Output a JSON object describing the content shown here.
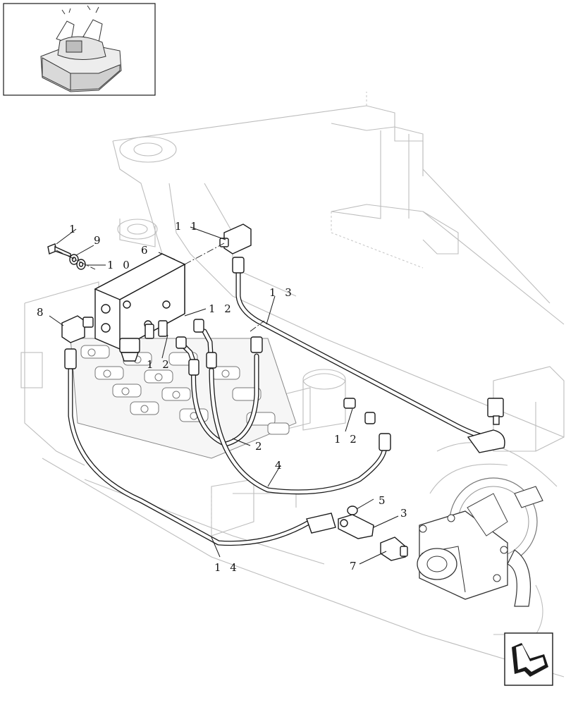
{
  "callouts": [
    {
      "id": "c1",
      "text": "1"
    },
    {
      "id": "c9",
      "text": "9"
    },
    {
      "id": "c10",
      "text": "1 0"
    },
    {
      "id": "c6",
      "text": "6"
    },
    {
      "id": "c11",
      "text": "1 1"
    },
    {
      "id": "c8",
      "text": "8"
    },
    {
      "id": "c12a",
      "text": "1 2"
    },
    {
      "id": "c12b",
      "text": "1 2"
    },
    {
      "id": "c12c",
      "text": "1 2"
    },
    {
      "id": "c13",
      "text": "1 3"
    },
    {
      "id": "c2",
      "text": "2"
    },
    {
      "id": "c4",
      "text": "4"
    },
    {
      "id": "c5",
      "text": "5"
    },
    {
      "id": "c3",
      "text": "3"
    },
    {
      "id": "c7",
      "text": "7"
    },
    {
      "id": "c14",
      "text": "1 4"
    }
  ],
  "icons": {
    "thumbnail": "machine-overview-icon",
    "navigation": "return-arrow-icon"
  }
}
